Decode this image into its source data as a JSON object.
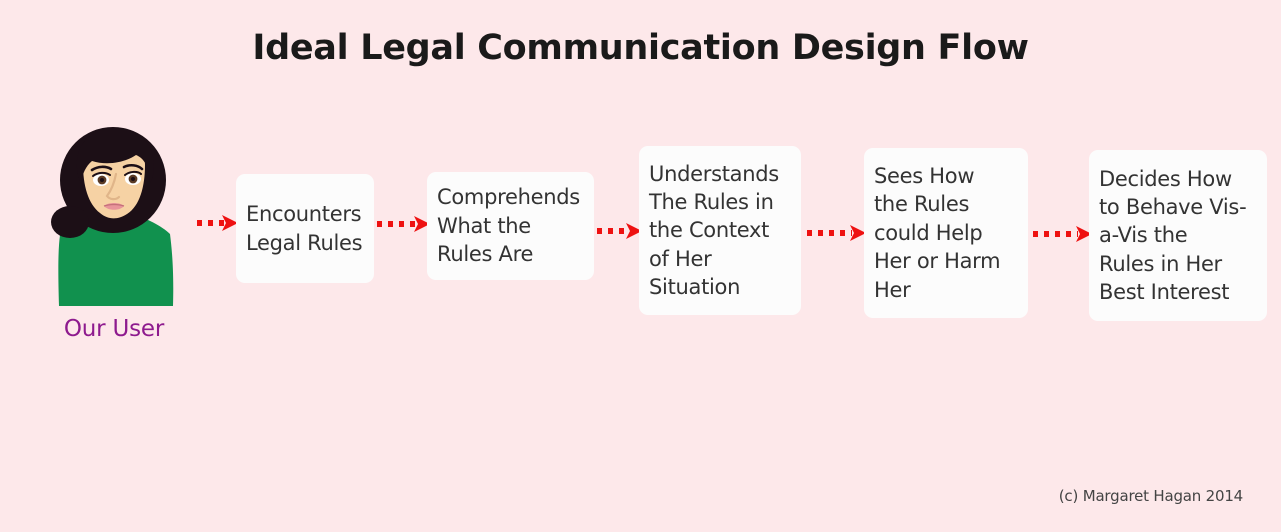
{
  "page": {
    "title": "Ideal Legal Communication Design Flow",
    "background_color": "#fde8ea",
    "credit": "(c) Margaret Hagan 2014"
  },
  "avatar": {
    "name": "our-user-illustration",
    "label": "Our User",
    "label_color": "#8e1a8e",
    "hair_color": "#1c0f16",
    "skin_color": "#f6d2a4",
    "shirt_color": "#11914e",
    "lip_color": "#e8949a"
  },
  "flow": {
    "arrow_color": "#ee1111",
    "box_fill": "#fcfcfc",
    "box_text_color": "#333333",
    "steps": [
      {
        "id": "step-1",
        "text": "Encounters\nLegal Rules"
      },
      {
        "id": "step-2",
        "text": "Comprehends\n What the\nRules Are"
      },
      {
        "id": "step-3",
        "text": "Understands\nThe Rules in\nthe Context\nof Her\nSituation"
      },
      {
        "id": "step-4",
        "text": "Sees How\nthe Rules\ncould Help\nHer or Harm\nHer"
      },
      {
        "id": "step-5",
        "text": "Decides How\nto Behave Vis-\na-Vis the\nRules in Her\nBest Interest"
      }
    ],
    "connectors": [
      {
        "id": "arrow-1",
        "from": "our-user",
        "to": "step-1"
      },
      {
        "id": "arrow-2",
        "from": "step-1",
        "to": "step-2"
      },
      {
        "id": "arrow-3",
        "from": "step-2",
        "to": "step-3"
      },
      {
        "id": "arrow-4",
        "from": "step-3",
        "to": "step-4"
      },
      {
        "id": "arrow-5",
        "from": "step-4",
        "to": "step-5"
      }
    ]
  }
}
